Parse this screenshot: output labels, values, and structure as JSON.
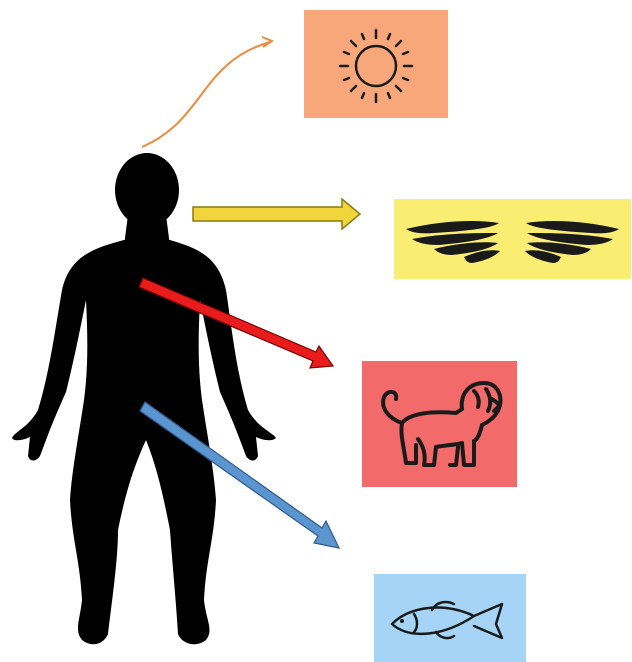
{
  "diagram": {
    "figure": {
      "icon": "human-silhouette-icon",
      "color": "#000000"
    },
    "connectors": [
      {
        "id": "head-to-sun",
        "style": "curved-line",
        "color": "#ec8b3c"
      },
      {
        "id": "chest-to-wings",
        "style": "block-arrow",
        "color": "#f0d53c"
      },
      {
        "id": "heart-to-lion",
        "style": "block-arrow",
        "color": "#e81c1c"
      },
      {
        "id": "belly-to-fish",
        "style": "block-arrow",
        "color": "#5a95cf"
      }
    ],
    "panels": [
      {
        "id": "sun",
        "icon": "sun-icon",
        "background": "#f7a77a"
      },
      {
        "id": "wings",
        "icon": "wings-icon",
        "background": "#f9ee72"
      },
      {
        "id": "lion",
        "icon": "lion-icon",
        "background": "#f26a6a"
      },
      {
        "id": "fish",
        "icon": "fish-icon",
        "background": "#a5d4f7"
      }
    ]
  }
}
